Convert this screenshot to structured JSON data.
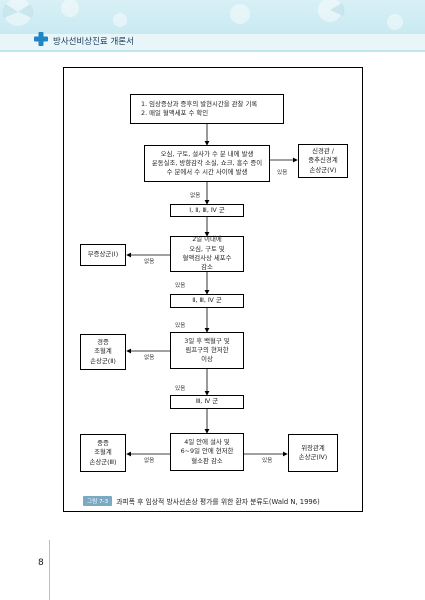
{
  "header": {
    "title": "방사선비상진료",
    "subtitle": "개론서"
  },
  "diagram": {
    "top_box": [
      "1. 임상증상과 증후의 발현시간을 관찰 기록",
      "2. 매일 혈액세포 수 확인"
    ],
    "symptom_box": [
      "오심, 구토, 설사가 수 분 내에 발생",
      "운동실조, 방향감각 소실, 쇼크, 흥수 증이",
      "수 분에서 수 시간 사이에 발생"
    ],
    "neuro_box": [
      "신경관 /",
      "중추신경계",
      "손상군(Ⅴ)"
    ],
    "class_1234": "Ⅰ, Ⅱ, Ⅲ, Ⅳ 군",
    "day2_box": [
      "2일 이내에",
      "오심, 구토 및",
      "혈액검사상 세포수",
      "감소"
    ],
    "asymptomatic_box": "무증상군(Ⅰ)",
    "class_234": "Ⅱ, Ⅲ, Ⅳ 군",
    "day3_box": [
      "3일 후 백혈구 및",
      "림프구의 현저한",
      "이상"
    ],
    "mild_box": [
      "경증",
      "조혈계",
      "손상군(Ⅱ)"
    ],
    "class_34": "Ⅲ, Ⅳ 군",
    "day4_box": [
      "4일 안에 설사 및",
      "6~9일 안에 현저한",
      "혈소판 감소"
    ],
    "severe_box": [
      "중증",
      "조혈계",
      "손상군(Ⅲ)"
    ],
    "gi_box": [
      "위장관계",
      "손상군(Ⅳ)"
    ],
    "labels": {
      "yes": "있음",
      "no": "없음"
    }
  },
  "caption": {
    "tag": "그림 7-3",
    "text": "과피폭 후 임상적 방사선손상 평가를 위한 환자 분류도(Wald N, 1996)"
  },
  "page_number": "8"
}
